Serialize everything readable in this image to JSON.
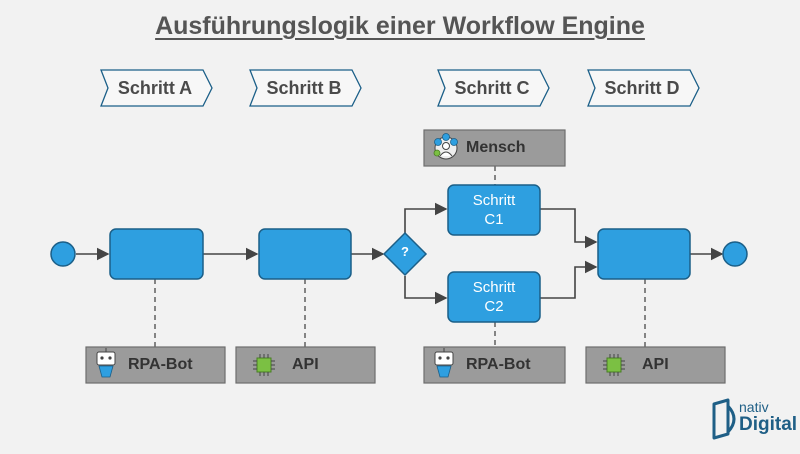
{
  "title": "Ausführungslogik einer Workflow Engine",
  "steps": [
    "Schritt A",
    "Schritt B",
    "Schritt C",
    "Schritt D"
  ],
  "tasks": {
    "c1": [
      "Schritt",
      "C1"
    ],
    "c2": [
      "Schritt",
      "C2"
    ]
  },
  "gateway": {
    "label": "?"
  },
  "resources": {
    "human": {
      "label": "Mensch",
      "icon": "human-icon"
    },
    "bot_a": {
      "label": "RPA-Bot",
      "icon": "robot-icon"
    },
    "api_b": {
      "label": "API",
      "icon": "chip-icon"
    },
    "bot_c": {
      "label": "RPA-Bot",
      "icon": "robot-icon"
    },
    "api_d": {
      "label": "API",
      "icon": "chip-icon"
    }
  },
  "logo": {
    "line1": "nativ",
    "line2": "Digital"
  },
  "colors": {
    "node_fill": "#2e9fe0",
    "node_stroke": "#1b5f88",
    "resource_fill": "#9b9b9b",
    "text_dark": "#4a4a4a",
    "logo": "#1f5f86"
  }
}
